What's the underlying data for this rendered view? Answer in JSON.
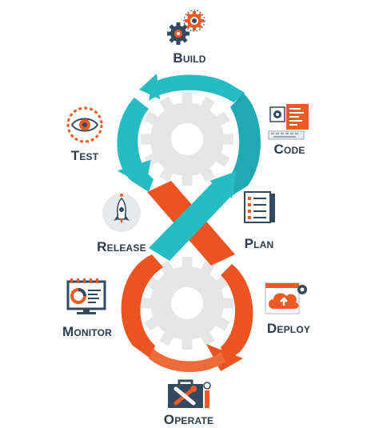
{
  "diagram": {
    "stages": {
      "build": "Build",
      "code": "Code",
      "plan": "Plan",
      "deploy": "Deploy",
      "operate": "Operate",
      "monitor": "Monitor",
      "release": "Release",
      "test": "Test"
    },
    "icons": {
      "build": "gears-icon",
      "code": "code-editor-icon",
      "plan": "checklist-scroll-icon",
      "deploy": "cloud-upload-icon",
      "operate": "toolbox-wrench-icon",
      "monitor": "dashboard-monitor-icon",
      "release": "rocket-icon",
      "test": "eye-target-icon"
    },
    "colors": {
      "upper_loop": "#27bcc4",
      "lower_loop": "#ec5322",
      "gear": "#e6e6e6",
      "label_text": "#2b3a4d",
      "accent_orange": "#ee5a24",
      "dark_icon": "#34495e"
    }
  }
}
